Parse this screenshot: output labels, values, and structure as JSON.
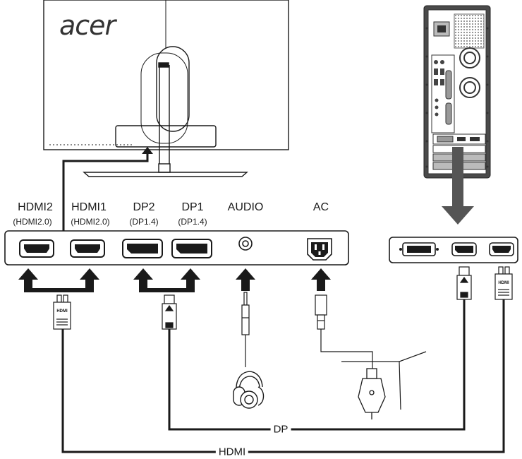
{
  "monitor": {
    "brand_logo": "acer"
  },
  "ports": [
    {
      "name": "HDMI2",
      "sub": "(HDMI2.0)"
    },
    {
      "name": "HDMI1",
      "sub": "(HDMI2.0)"
    },
    {
      "name": "DP2",
      "sub": "(DP1.4)"
    },
    {
      "name": "DP1",
      "sub": "(DP1.4)"
    },
    {
      "name": "AUDIO",
      "sub": ""
    },
    {
      "name": "AC",
      "sub": ""
    }
  ],
  "cables": {
    "dp_label": "DP",
    "hdmi_label": "HDMI"
  },
  "plugs": {
    "hdmi_text": "HDMI"
  },
  "colors": {
    "line": "#1a1a1a",
    "arrow_down": "#555555"
  }
}
